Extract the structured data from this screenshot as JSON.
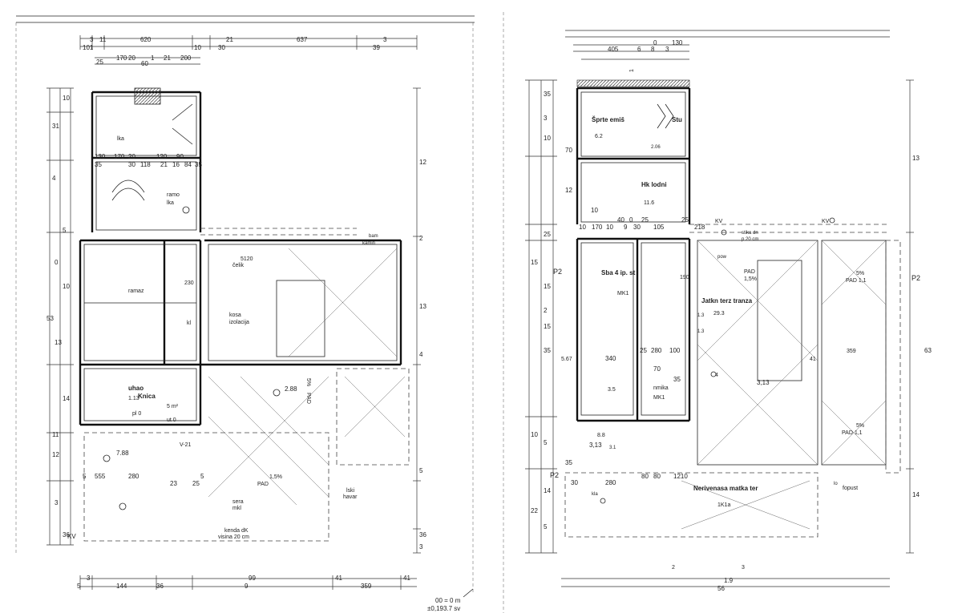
{
  "left_plan": {
    "top_dims_row1": [
      "3",
      "11",
      "620",
      "10",
      "21",
      "637",
      "3"
    ],
    "top_dims_row2": [
      "101",
      "30",
      "39"
    ],
    "top_dims_row3": [
      "25",
      "170",
      "20",
      "1",
      "21",
      "200",
      "60"
    ],
    "left_dims": [
      "10",
      "31",
      "4",
      "5",
      "0",
      "10",
      "53",
      "13",
      "14",
      "11",
      "12",
      "3",
      "36"
    ],
    "right_dims": [
      "12",
      "2",
      "13",
      "4",
      "5",
      "36",
      "3"
    ],
    "bottom_dims_row1": [
      "3",
      "144",
      "36",
      "99",
      "41",
      "41"
    ],
    "bottom_dims_row2": [
      "5",
      "9",
      "359"
    ],
    "inner_dims_a": [
      "130",
      "170",
      "20",
      "120",
      "90"
    ],
    "inner_dims_b": [
      "35",
      "30",
      "118",
      "21",
      "16",
      "84",
      "35"
    ],
    "inner_dims_c": [
      "5",
      "555",
      "280",
      "23",
      "25",
      "5"
    ],
    "rooms": [
      {
        "name": "uhao",
        "area": ""
      },
      {
        "name": "Knica",
        "area": "1.13"
      }
    ],
    "labels": [
      "lka",
      "ramo",
      "lka",
      "ramaz",
      "kl",
      "5120",
      "čelik",
      "230",
      "2.88",
      "7.88",
      "1,5%",
      "PAD",
      "PAD",
      "5%",
      "lski",
      "havar",
      "sera",
      "mkl",
      "kenda dK",
      "visina 20 cm",
      "KV",
      "pl 0",
      "ut 0",
      "V-21",
      "5 m²",
      "kosa",
      "izolacija",
      "bam",
      "kamin"
    ],
    "level": [
      "00 = 0 m",
      "±0,193.7 sv"
    ]
  },
  "right_plan": {
    "top_dims_row1": [
      "0",
      "130"
    ],
    "top_dims_row2": [
      "405",
      "6",
      "8",
      "3"
    ],
    "left_dims": [
      "35",
      "3",
      "10",
      "70",
      "12",
      "10",
      "25",
      "15",
      "15",
      "2",
      "15",
      "35",
      "10",
      "5",
      "35",
      "14",
      "22",
      "5"
    ],
    "right_dims": [
      "13",
      "63",
      "14"
    ],
    "inner_dims_a": [
      "10",
      "170",
      "10",
      "40",
      "0",
      "25",
      "218",
      "25"
    ],
    "inner_dims_b": [
      "9",
      "30",
      "105"
    ],
    "inner_dims_c": [
      "340",
      "25",
      "280",
      "100",
      "70",
      "35"
    ],
    "inner_dims_d": [
      "30",
      "280",
      "80",
      "80",
      "1210"
    ],
    "rooms": [
      {
        "name": "Šprte emiš",
        "area": "6.2"
      },
      {
        "name": "Stu",
        "area": ""
      },
      {
        "name": "Hk lodni",
        "area": "11.6"
      },
      {
        "name": "Sba 4 ip. st",
        "area": "MK1"
      },
      {
        "name": "Jatkn terz tranza",
        "area": "29.3"
      },
      {
        "name": "Nerivenasa matka ter",
        "area": "1K1a"
      }
    ],
    "labels": [
      "KV",
      "KV",
      "P2",
      "P2",
      "P2",
      "PAD",
      "1,5%",
      "PAD 1,1",
      "PAD 1,1",
      "5%",
      "5%",
      "3,13",
      "3,13",
      "1.9",
      "56",
      "3.5",
      "4",
      "5.67",
      "41",
      "359",
      "190",
      "8.8",
      "nmika",
      "MK1",
      "fopust",
      "stika dn",
      "p 20 cm",
      "pow",
      "lo",
      "kla",
      "2.06",
      "1.3",
      "1.3",
      "3.1"
    ],
    "door_labels": [
      "1",
      "2",
      "3"
    ]
  },
  "sheet": {
    "border_color": "#222222",
    "background": "#ffffff"
  }
}
